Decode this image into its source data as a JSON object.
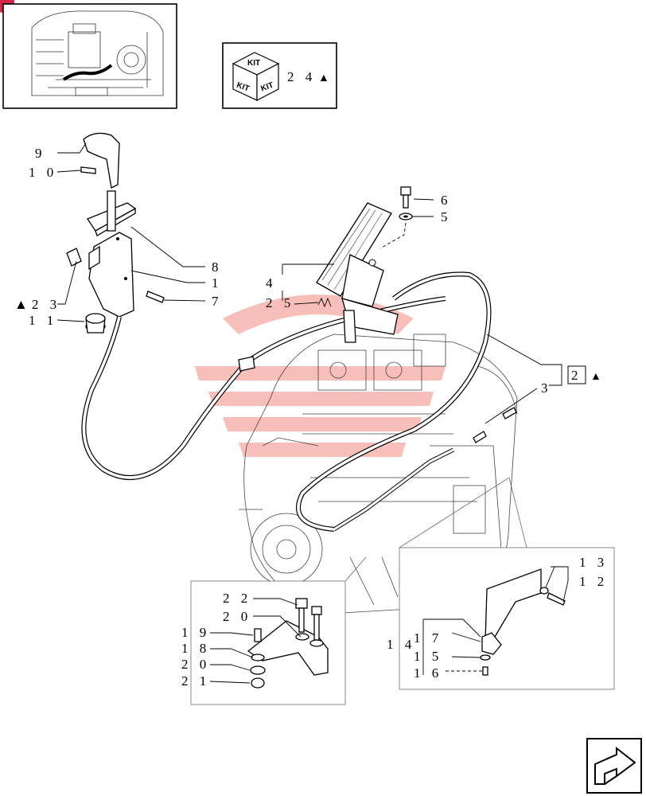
{
  "kit_box": {
    "kit_label": "KIT",
    "kit_reference": "2 4",
    "kit_symbol": "▲"
  },
  "callouts": {
    "c9": "9",
    "c10": "1 0",
    "c8": "8",
    "c1": "1",
    "c7": "7",
    "c23": "▲2 3",
    "c11": "1 1",
    "c6": "6",
    "c5": "5",
    "c4": "4",
    "c25": "2 5",
    "c2": "2",
    "c2_symbol": "▲",
    "c3": "3",
    "c13": "1 3",
    "c12": "1 2",
    "c14": "1 4",
    "c17": "1 7",
    "c15": "1 5",
    "c16": "1 6",
    "c22": "2 2",
    "c20a": "2 0",
    "c19": "1 9",
    "c18": "1 8",
    "c20b": "2 0",
    "c21": "2 1"
  },
  "icons": {
    "thumbnail": "tractor-cab-overview-thumbnail",
    "kit": "kit-cube-icon",
    "next": "next-page-arrow-icon",
    "watermark": "dealer-watermark-logo"
  },
  "colors": {
    "watermark": "#e8463a",
    "corner_badge": "#d6294a"
  }
}
